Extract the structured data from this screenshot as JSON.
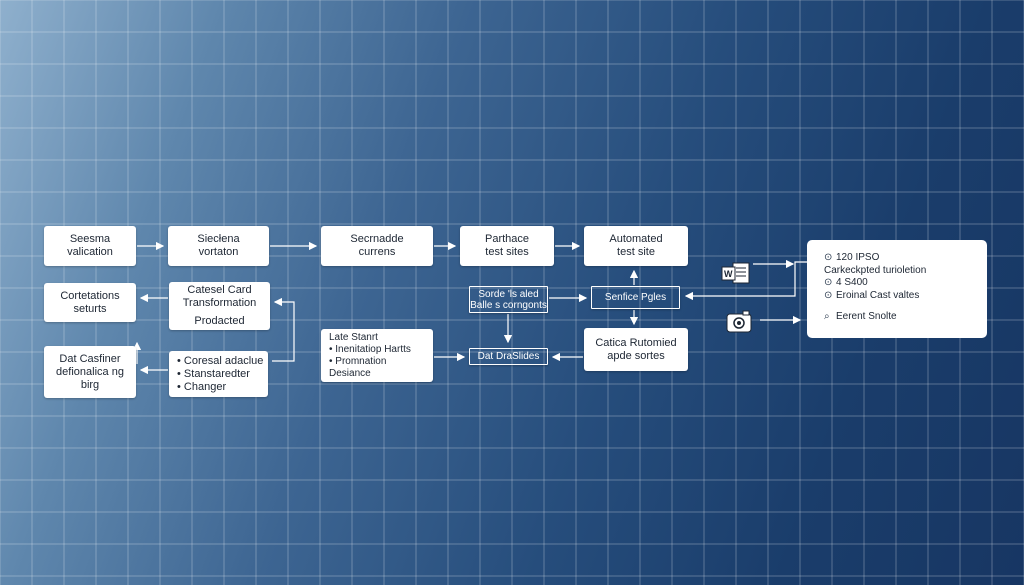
{
  "diagram": {
    "nodes": {
      "schema_validation": [
        "Seesma",
        "valication"
      ],
      "sieclena": [
        "Siecłena",
        "vortaton"
      ],
      "secrnadde": [
        "Secrnadde",
        "currens"
      ],
      "parthace": [
        "Parthace",
        "test sites"
      ],
      "automated": [
        "Automated",
        "test site"
      ],
      "cortetations": [
        "Cortetations",
        "seturts"
      ],
      "catesel_card": [
        "Catesel Card",
        "Transformation",
        "",
        "Prodacted"
      ],
      "sorde": [
        "Sorde 'ls aled",
        "Balle s corngonts"
      ],
      "senfice": [
        "Senfice Pgles"
      ],
      "dat_casfiner": [
        "Dat Casfiner",
        "defionalica ng",
        "birg"
      ],
      "coresal": {
        "bullets": [
          "Coresal adaclue",
          "Stanstaredter",
          "Changer"
        ]
      },
      "late_stanrt": {
        "title": "Late Stanrt",
        "bullets": [
          "Inenitatiop Hartts",
          "Promnation"
        ],
        "extra": "Desiance"
      },
      "dat_draslides": [
        "Dat DraSlides"
      ],
      "catica": [
        "Catica Rutomied",
        "apde sortes"
      ]
    },
    "panel": {
      "rows": [
        {
          "icon": "⊙",
          "text": "120 IPSO"
        },
        {
          "icon": "",
          "text": "Carkeckpted turioletion"
        },
        {
          "icon": "⊙",
          "text": "4 S400"
        },
        {
          "icon": "⊙",
          "text": "Eroinal Cast valtes"
        },
        {
          "icon": "",
          "text": ""
        },
        {
          "icon": "⌕",
          "text": "Eerent Snolte"
        }
      ]
    },
    "icons": {
      "doc": "word-document-icon",
      "cam": "camera-icon"
    }
  }
}
